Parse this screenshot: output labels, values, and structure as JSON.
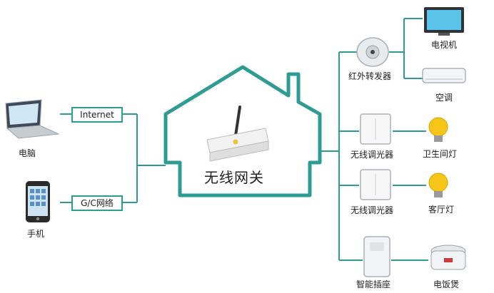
{
  "colors": {
    "connector": "#2e9c95",
    "house": "#2e9c95",
    "text": "#222222"
  },
  "gateway": {
    "title": "无线网关",
    "icon": "router-icon"
  },
  "left": {
    "pc": {
      "label": "电脑",
      "icon": "laptop-icon"
    },
    "phone": {
      "label": "手机",
      "icon": "smartphone-icon"
    },
    "internet_box": "Internet",
    "gc_box": "G/C网络"
  },
  "right": {
    "ir": {
      "label": "红外转发器",
      "icon": "ir-transmitter-icon"
    },
    "tv": {
      "label": "电视机",
      "icon": "tv-icon"
    },
    "ac": {
      "label": "空调",
      "icon": "air-conditioner-icon"
    },
    "dimmer1": {
      "label": "无线调光器",
      "icon": "light-switch-icon"
    },
    "lamp1": {
      "label": "卫生间灯",
      "icon": "bulb-icon"
    },
    "dimmer2": {
      "label": "无线调光器",
      "icon": "light-switch-icon"
    },
    "lamp2": {
      "label": "客厅灯",
      "icon": "bulb-icon"
    },
    "plug": {
      "label": "智能插座",
      "icon": "smart-plug-icon"
    },
    "cooker": {
      "label": "电饭煲",
      "icon": "rice-cooker-icon"
    }
  }
}
